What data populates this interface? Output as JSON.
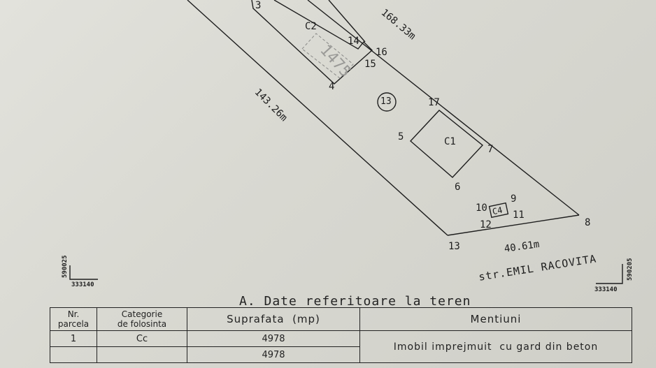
{
  "plan": {
    "parcel_number": "13",
    "buildings": {
      "c1": "C1",
      "c2": "C2",
      "c4": "C4"
    },
    "points": [
      "3",
      "4",
      "5",
      "6",
      "7",
      "8",
      "9",
      "10",
      "11",
      "12",
      "13",
      "14",
      "15",
      "16",
      "17"
    ],
    "measurements": {
      "north_side": "168.33m",
      "west_side": "143.26m",
      "south_side": "40.61m"
    },
    "street": "str.EMIL RACOVITA",
    "faint_mark": "1475",
    "coords": {
      "left_vertical": "590025",
      "left_horizontal": "333140",
      "right_vertical": "590205",
      "right_horizontal": "333140"
    }
  },
  "section": {
    "title": "A. Date referitoare la teren"
  },
  "land_table": {
    "headers": {
      "nr_parcela": [
        "Nr.",
        "parcela"
      ],
      "categorie": [
        "Categorie",
        "de folosinta"
      ],
      "suprafata": "Suprafata  (mp)",
      "mentiuni": "Mentiuni"
    },
    "rows": [
      {
        "nr": "1",
        "categorie": "Cc",
        "suprafata": "4978"
      },
      {
        "nr": "",
        "categorie": "",
        "suprafata": "4978"
      }
    ],
    "mentiuni_text": "Imobil imprejmuit  cu gard din beton"
  }
}
